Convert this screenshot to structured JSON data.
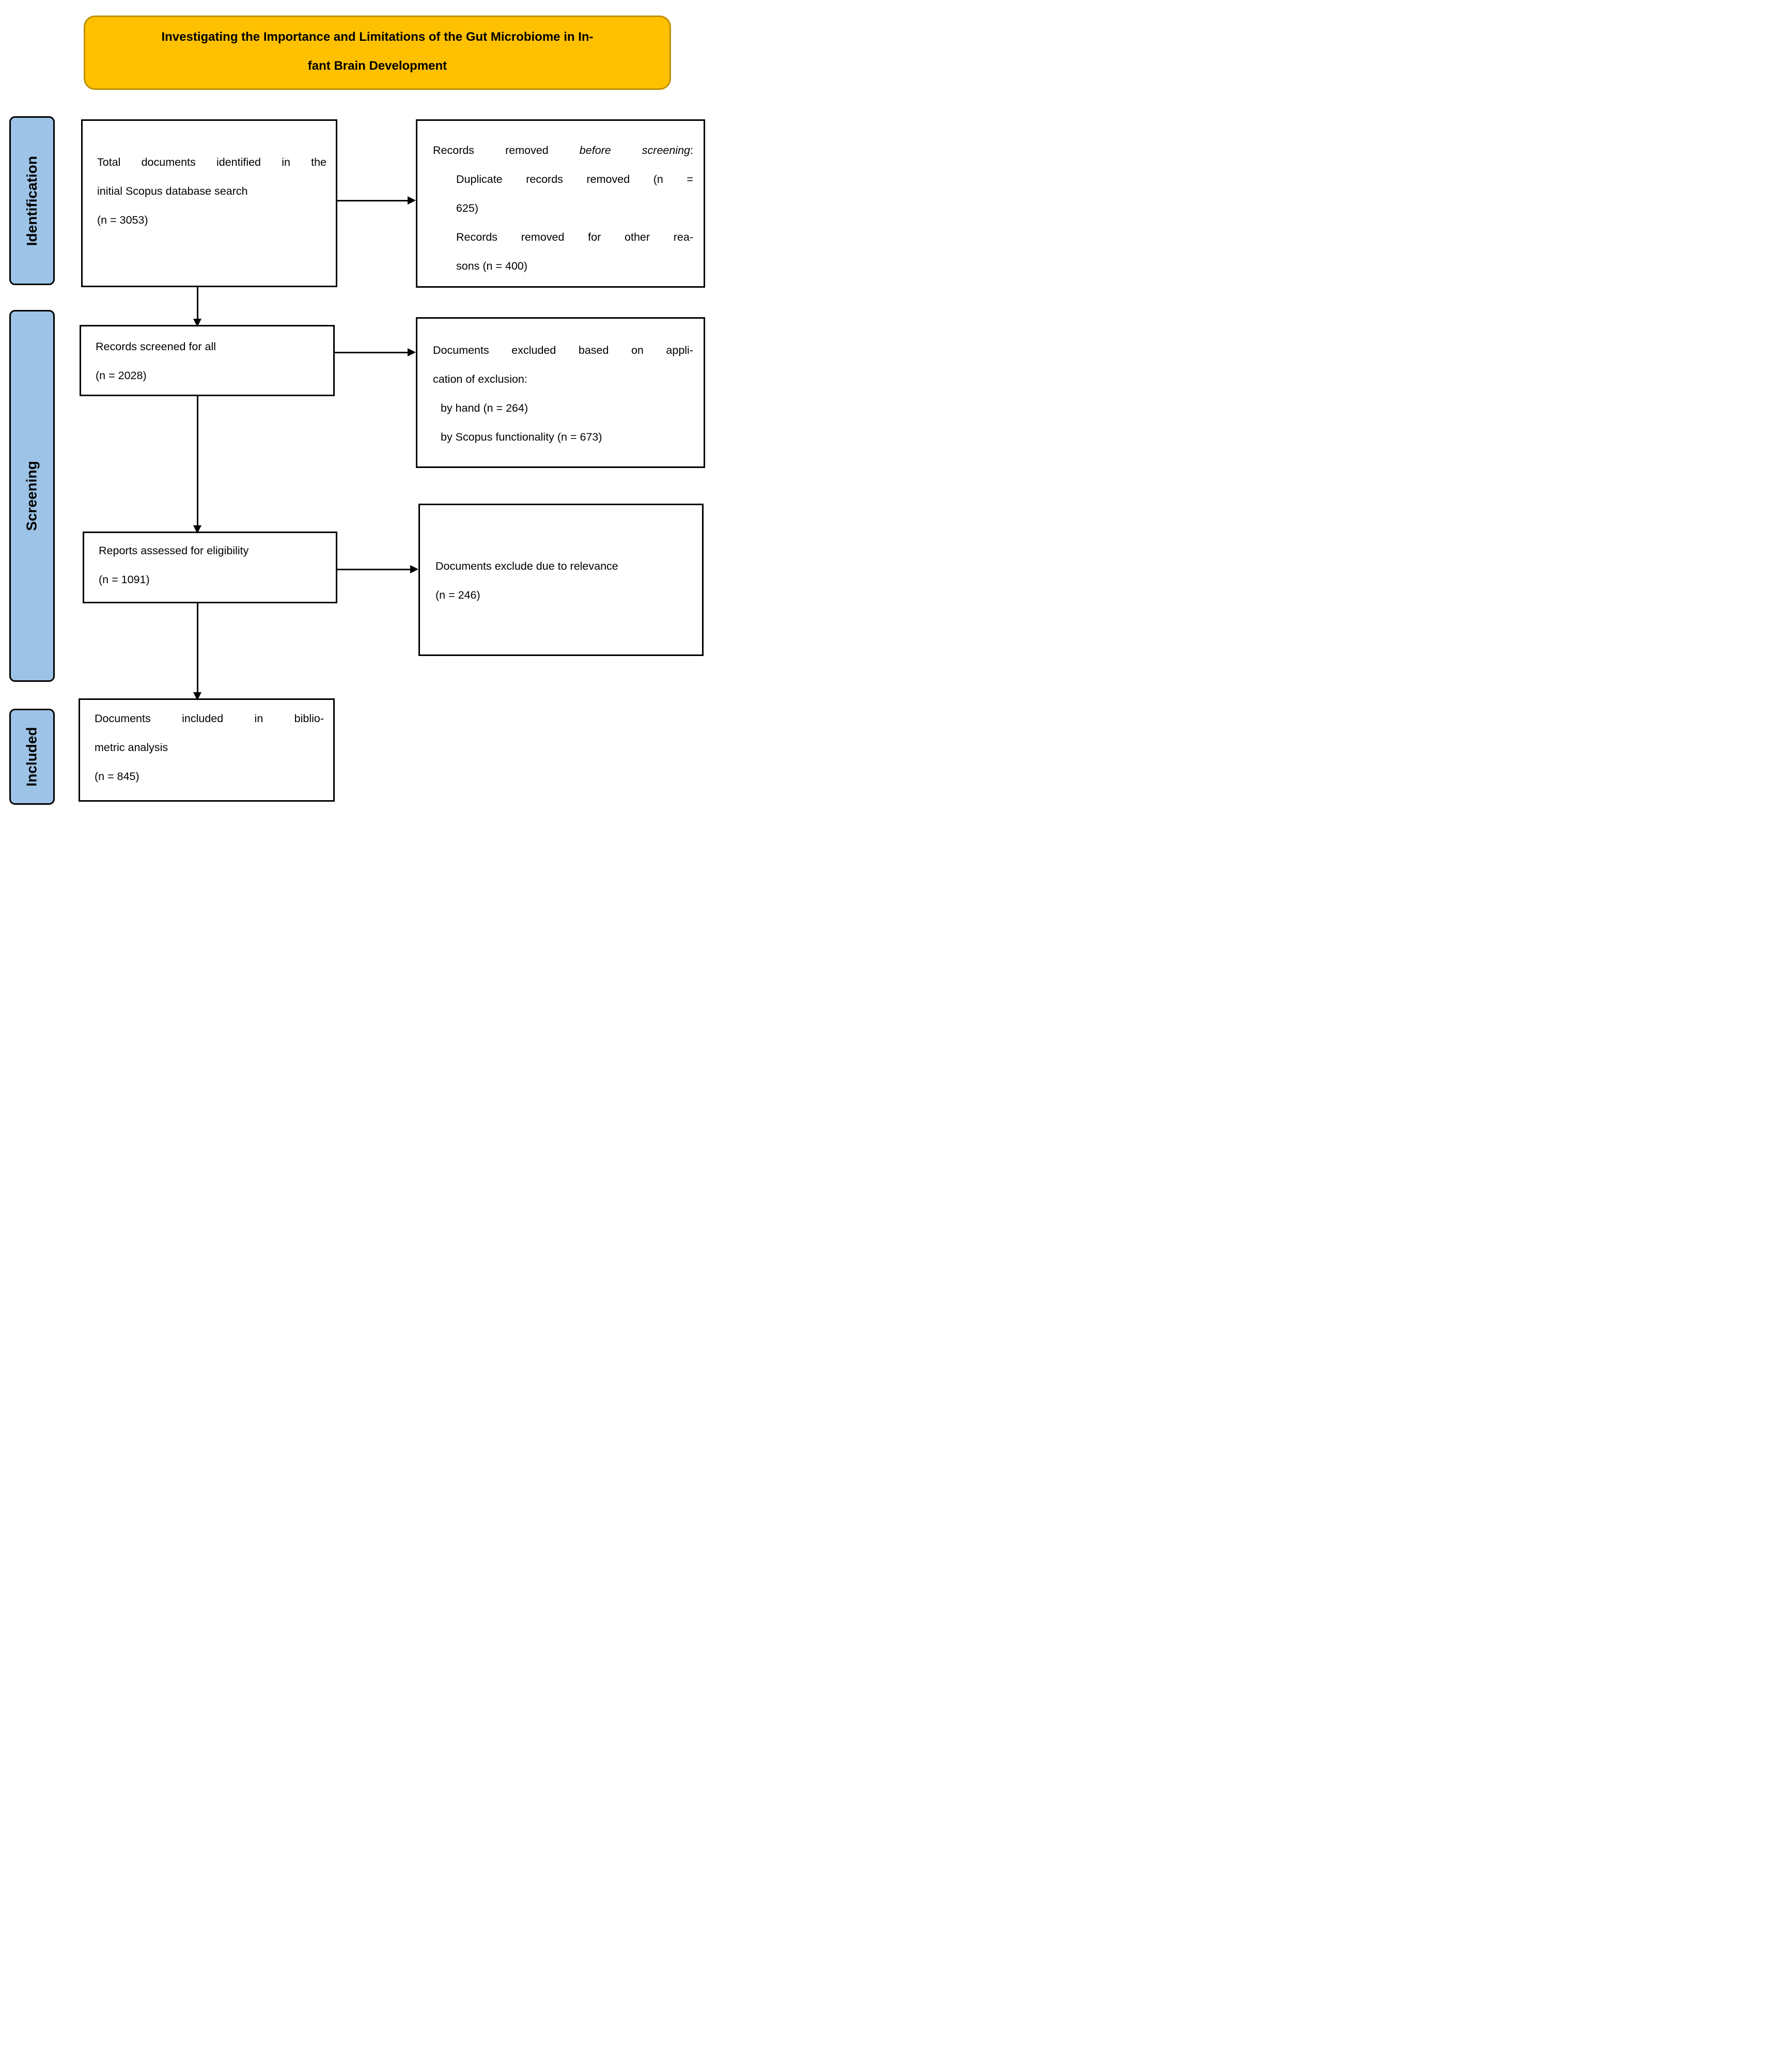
{
  "colors": {
    "title_bg": "#FFC000",
    "title_border": "#BF9000",
    "stage_bg": "#9DC3E6",
    "stage_border": "#000000",
    "box_bg": "#FFFFFF",
    "box_border": "#000000",
    "arrow": "#000000",
    "text": "#000000"
  },
  "title": {
    "lines": [
      {
        "text": "Investigating the Importance and Limitations of the Gut Microbiome in In-"
      },
      {
        "text": "fant Brain Development"
      }
    ]
  },
  "stages": [
    {
      "id": "identification",
      "label": "Identification"
    },
    {
      "id": "screening",
      "label": "Screening"
    },
    {
      "id": "included",
      "label": "Included"
    }
  ],
  "boxes": {
    "identified": {
      "lines": [
        {
          "text": "Total documents identified in the",
          "justify": true
        },
        {
          "text": "initial Scopus database search"
        },
        {
          "text": "(n = 3053)"
        }
      ]
    },
    "removed_before_screening": {
      "lines": [
        {
          "segments": [
            {
              "text": "Records removed "
            },
            {
              "text": "before screening",
              "italic": true
            },
            {
              "text": ":"
            }
          ],
          "justify": true
        },
        {
          "text": "Duplicate records removed (n =",
          "justify": true,
          "indent": 45
        },
        {
          "text": "625)",
          "indent": 45
        },
        {
          "text": "Records removed for other rea-",
          "justify": true,
          "indent": 45
        },
        {
          "text": "sons (n = 400)",
          "indent": 45
        }
      ]
    },
    "screened": {
      "lines": [
        {
          "text": "Records screened for all"
        },
        {
          "text": "(n = 2028)"
        }
      ]
    },
    "excluded_by_criteria": {
      "lines": [
        {
          "text": "Documents excluded based on appli-",
          "justify": true
        },
        {
          "text": "cation of exclusion:"
        },
        {
          "text": "by hand (n = 264)",
          "indent": 15
        },
        {
          "text": "by Scopus functionality (n = 673)",
          "indent": 15
        }
      ]
    },
    "assessed": {
      "lines": [
        {
          "text": "Reports assessed for eligibility"
        },
        {
          "text": "(n = 1091)"
        }
      ]
    },
    "excluded_by_relevance": {
      "lines": [
        {
          "text": "Documents exclude due to relevance"
        },
        {
          "text": "(n = 246)"
        }
      ]
    },
    "included_final": {
      "lines": [
        {
          "text": "Documents included in biblio-",
          "justify": true
        },
        {
          "text": "metric analysis"
        },
        {
          "text": "(n = 845)"
        }
      ]
    }
  }
}
